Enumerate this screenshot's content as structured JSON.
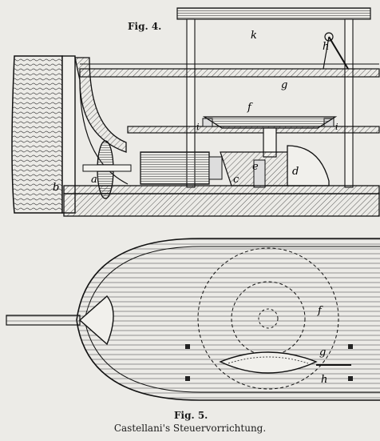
{
  "figure_top": {
    "label": "Fig. 4.",
    "letters": {
      "k": "k",
      "h": "h",
      "g": "g",
      "f": "f",
      "i_left": "i",
      "i_right": "i",
      "a": "a",
      "b": "b",
      "c": "c",
      "e": "e",
      "d": "d"
    }
  },
  "figure_bottom": {
    "label": "Fig. 5.",
    "letters": {
      "f": "f",
      "g": "g",
      "h": "h"
    }
  },
  "caption": "Castellani's Steuervorrichtung."
}
